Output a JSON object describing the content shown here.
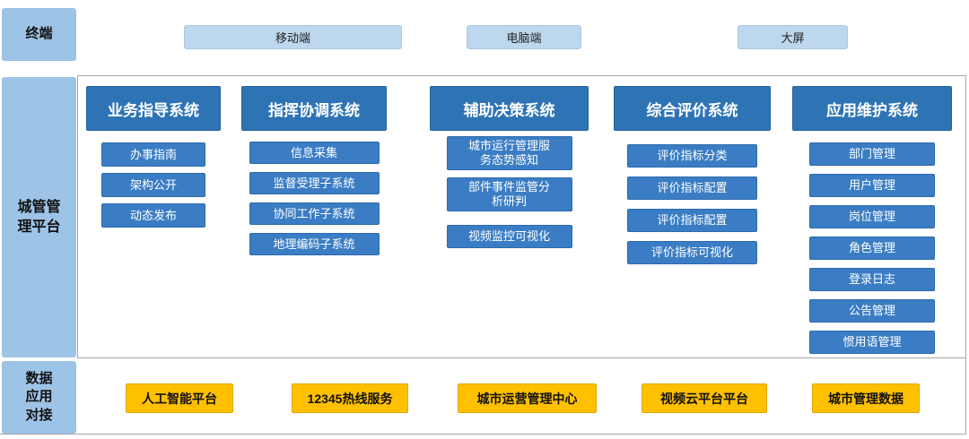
{
  "sidebar": {
    "terminal": "终端",
    "platform": "城管管\n理平台",
    "data": "数据\n应用\n对接"
  },
  "terminals": {
    "mobile": "移动端",
    "pc": "电脑端",
    "bigscreen": "大屏"
  },
  "systems": [
    {
      "title": "业务指导系统",
      "items": [
        "办事指南",
        "架构公开",
        "动态发布"
      ]
    },
    {
      "title": "指挥协调系统",
      "items": [
        "信息采集",
        "监督受理子系统",
        "协同工作子系统",
        "地理编码子系统"
      ]
    },
    {
      "title": "辅助决策系统",
      "items": [
        "城市运行管理服务态势感知",
        "部件事件监管分析研判",
        "视频监控可视化"
      ]
    },
    {
      "title": "综合评价系统",
      "items": [
        "评价指标分类",
        "评价指标配置",
        "评价指标配置",
        "评价指标可视化"
      ]
    },
    {
      "title": "应用维护系统",
      "items": [
        "部门管理",
        "用户管理",
        "岗位管理",
        "角色管理",
        "登录日志",
        "公告管理",
        "惯用语管理"
      ]
    }
  ],
  "datasources": [
    "人工智能平台",
    "12345热线服务",
    "城市运营管理中心",
    "视频云平台平台",
    "城市管理数据"
  ],
  "colors": {
    "sidebar_bg": "#9DC3E6",
    "terminal_node_bg": "#BDD7EE",
    "system_header_bg": "#2E74B5",
    "system_item_bg": "#3B7DC4",
    "datasource_bg": "#FFC000",
    "divider": "#A6A6A6"
  }
}
